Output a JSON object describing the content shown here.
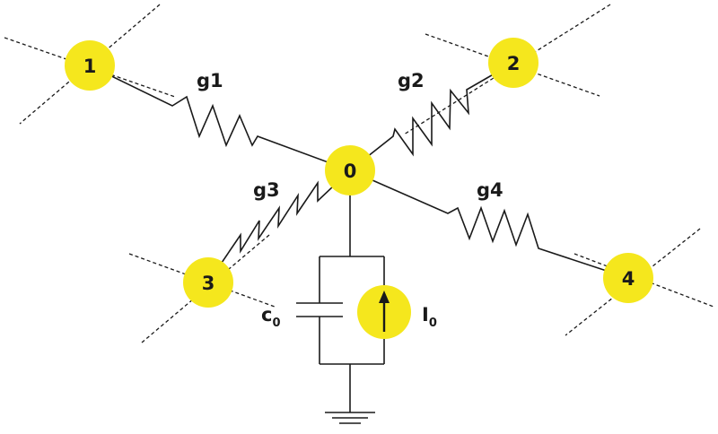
{
  "colors": {
    "node_fill": "#f5e71d",
    "line": "#1a1a1a",
    "background": "#ffffff"
  },
  "nodes": [
    {
      "id": "0",
      "label": "0"
    },
    {
      "id": "1",
      "label": "1"
    },
    {
      "id": "2",
      "label": "2"
    },
    {
      "id": "3",
      "label": "3"
    },
    {
      "id": "4",
      "label": "4"
    }
  ],
  "conductances": [
    {
      "label": "g1",
      "from": "1",
      "to": "0"
    },
    {
      "label": "g2",
      "from": "2",
      "to": "0"
    },
    {
      "label": "g3",
      "from": "3",
      "to": "0"
    },
    {
      "label": "g4",
      "from": "4",
      "to": "0"
    }
  ],
  "capacitor": {
    "main": "c",
    "sub": "0"
  },
  "current_source": {
    "main": "I",
    "sub": "0",
    "icon": "arrow-up-icon"
  },
  "ground": {
    "icon": "ground-icon"
  }
}
